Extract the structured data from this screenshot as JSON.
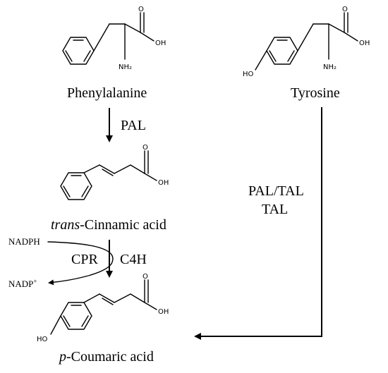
{
  "compounds": {
    "phenylalanine": {
      "name": "Phenylalanine",
      "oh": "OH",
      "nh2": "NH₂"
    },
    "tyrosine": {
      "name": "Tyrosine",
      "oh": "OH",
      "nh2": "NH₂",
      "ho": "HO"
    },
    "cinnamic": {
      "name_italic": "trans",
      "name_rest": "-Cinnamic acid",
      "oh": "OH"
    },
    "coumaric": {
      "name_italic": "p",
      "name_rest": "-Coumaric acid",
      "oh": "OH",
      "ho": "HO"
    }
  },
  "enzymes": {
    "pal": "PAL",
    "pal_tal": "PAL/TAL",
    "tal": "TAL",
    "cpr": "CPR",
    "c4h": "C4H"
  },
  "cofactors": {
    "nadph": "NADPH",
    "nadp_base": "NADP",
    "nadp_sup": "+"
  }
}
